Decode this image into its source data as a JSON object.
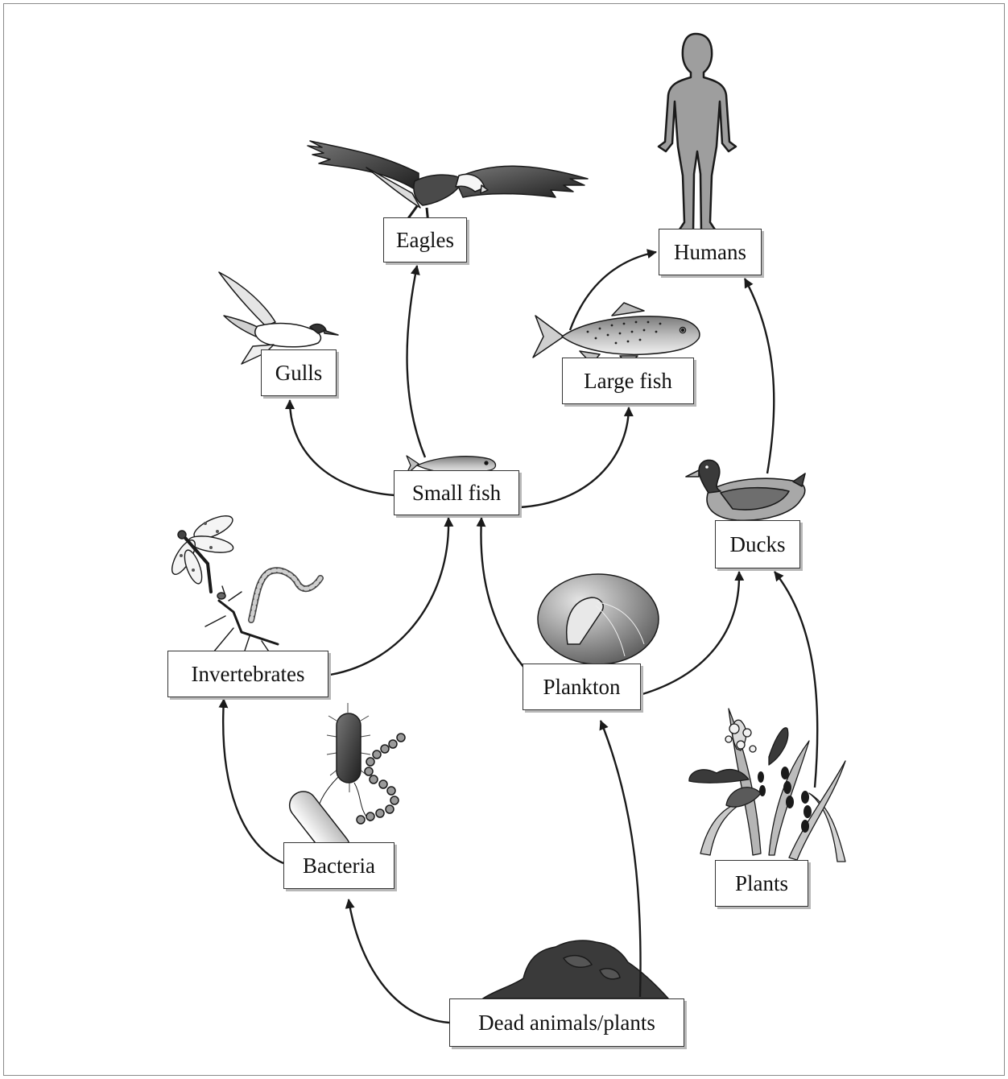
{
  "nodes": {
    "eagles": "Eagles",
    "humans": "Humans",
    "gulls": "Gulls",
    "large_fish": "Large fish",
    "small_fish": "Small fish",
    "ducks": "Ducks",
    "invertebrates": "Invertebrates",
    "plankton": "Plankton",
    "bacteria": "Bacteria",
    "plants": "Plants",
    "dead": "Dead animals/plants"
  },
  "edges": [
    {
      "from": "Dead animals/plants",
      "to": "Bacteria"
    },
    {
      "from": "Dead animals/plants",
      "to": "Plankton"
    },
    {
      "from": "Bacteria",
      "to": "Invertebrates"
    },
    {
      "from": "Invertebrates",
      "to": "Small fish"
    },
    {
      "from": "Plankton",
      "to": "Small fish"
    },
    {
      "from": "Plankton",
      "to": "Ducks"
    },
    {
      "from": "Plants",
      "to": "Ducks"
    },
    {
      "from": "Small fish",
      "to": "Gulls"
    },
    {
      "from": "Small fish",
      "to": "Eagles"
    },
    {
      "from": "Small fish",
      "to": "Large fish"
    },
    {
      "from": "Large fish",
      "to": "Humans"
    },
    {
      "from": "Ducks",
      "to": "Humans"
    }
  ],
  "colors": {
    "line": "#1a1a1a",
    "illustration_dark": "#3a3a3a",
    "illustration_mid": "#8c8c8c",
    "illustration_light": "#c8c8c8"
  }
}
